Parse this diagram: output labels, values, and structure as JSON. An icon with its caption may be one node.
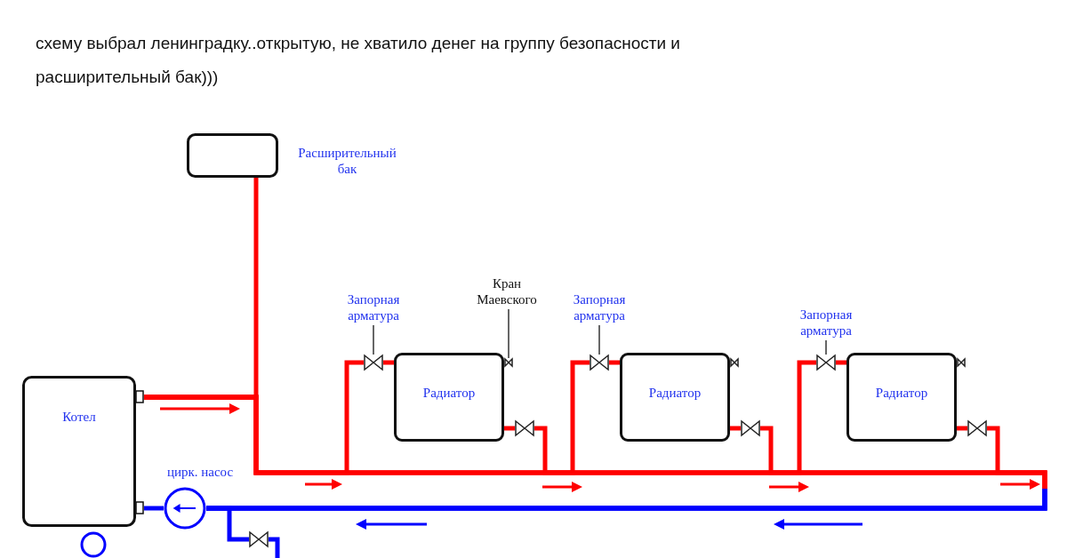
{
  "diagram": {
    "title": "схему выбрал ленинградку..открытую, не хватило денег на группу безопасности и расширительный бак)))",
    "nodes": [
      {
        "text": [],
        "shape": "box",
        "beside": [
          "Расширительный бак"
        ]
      },
      {
        "text": [
          "Котел"
        ]
      },
      {
        "text": [],
        "shape": "circle",
        "beside": [
          "цирк. насос"
        ]
      },
      {
        "text": [
          "Кран Маевского"
        ]
      },
      {
        "text": [
          "Запорная арматура"
        ]
      },
      {
        "text": [],
        "shape": "valve"
      },
      {
        "text": [
          "Радиатор"
        ]
      },
      {
        "text": [],
        "shape": "valve"
      },
      {
        "text": [],
        "shape": "valve"
      },
      {
        "text": [
          "Запорная арматура"
        ]
      },
      {
        "text": [],
        "shape": "valve"
      },
      {
        "text": [
          "Радиатор"
        ]
      },
      {
        "text": [],
        "shape": "valve"
      },
      {
        "text": [],
        "shape": "valve"
      },
      {
        "text": [
          "Запорная арматура"
        ]
      },
      {
        "text": [],
        "shape": "valve"
      },
      {
        "text": [
          "Радиатор"
        ]
      },
      {
        "text": [],
        "shape": "valve"
      },
      {
        "text": [],
        "shape": "valve"
      },
      {
        "text": [],
        "shape": "valve"
      },
      {
        "text": [],
        "shape": "circle"
      }
    ],
    "edges": [
      {
        "from": 1,
        "to": 0,
        "arrow": "none"
      },
      {
        "from": 1,
        "to": 5,
        "arrow": "none"
      },
      {
        "from": 1,
        "to": 10,
        "arrow": "none"
      },
      {
        "from": 1,
        "to": 15,
        "arrow": "none"
      },
      {
        "from": 5,
        "to": 6,
        "arrow": "none"
      },
      {
        "from": 10,
        "to": 11,
        "arrow": "none"
      },
      {
        "from": 15,
        "to": 16,
        "arrow": "none"
      },
      {
        "from": 6,
        "to": 8,
        "arrow": "none"
      },
      {
        "from": 11,
        "to": 13,
        "arrow": "none"
      },
      {
        "from": 16,
        "to": 18,
        "arrow": "none"
      },
      {
        "from": 8,
        "to": 2,
        "arrow": "none",
        "color": "#0000ff"
      },
      {
        "from": 13,
        "to": 2,
        "arrow": "none",
        "color": "#0000ff"
      },
      {
        "from": 18,
        "to": 2,
        "arrow": "none",
        "color": "#0000ff"
      },
      {
        "from": 1,
        "to": 2,
        "arrow": "none",
        "color": "#0000ff"
      },
      {
        "from": 2,
        "to": 1,
        "arrow": "none",
        "color": "#0000ff"
      },
      {
        "from": 2,
        "to": 19,
        "arrow": "none",
        "color": "#0000ff"
      },
      {
        "from": 19,
        "to": null,
        "arrow": "none",
        "color": "#0000ff"
      },
      {
        "from": 4,
        "to": 5,
        "arrow": "none",
        "color": "#000000"
      },
      {
        "from": 9,
        "to": 10,
        "arrow": "none",
        "color": "#000000"
      },
      {
        "from": 14,
        "to": 15,
        "arrow": "none",
        "color": "#000000"
      },
      {
        "from": 3,
        "to": 7,
        "arrow": "none",
        "color": "#000000"
      }
    ]
  }
}
